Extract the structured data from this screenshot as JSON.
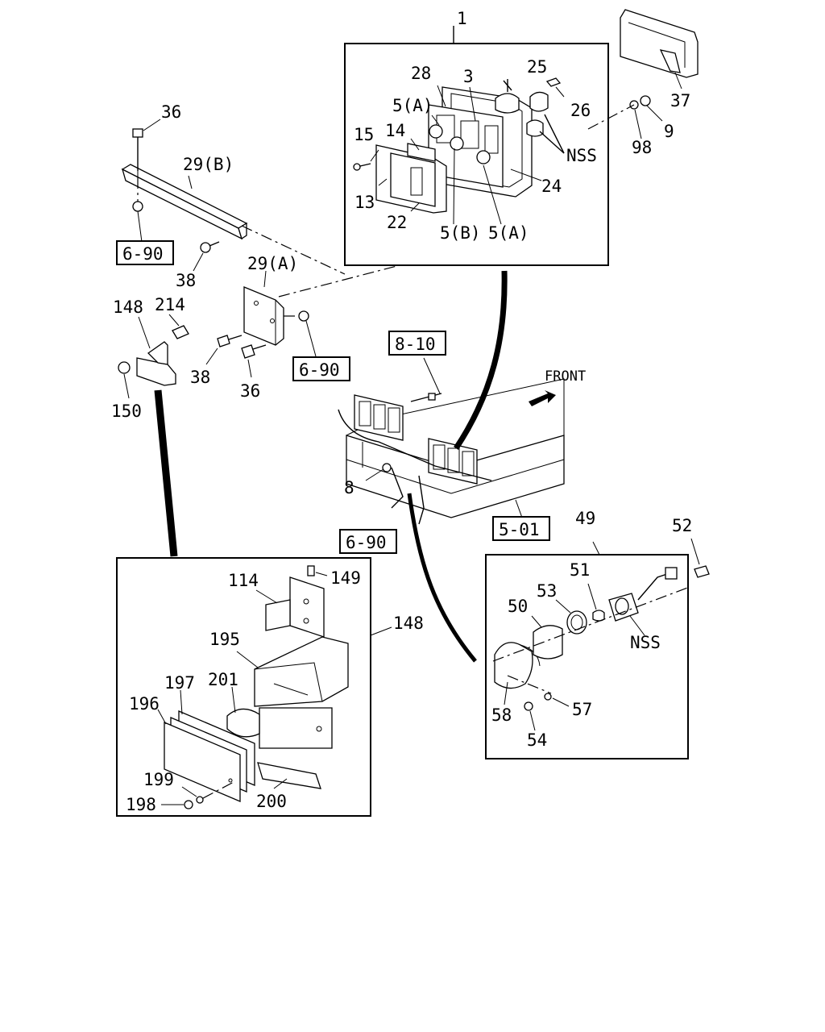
{
  "labels": {
    "l_1": "1",
    "l_28": "28",
    "l_3": "3",
    "l_25": "25",
    "l_26": "26",
    "l_5a_top": "5(A)",
    "l_15": "15",
    "l_14": "14",
    "l_13": "13",
    "l_22": "22",
    "l_5b": "5(B)",
    "l_5a_bot": "5(A)",
    "l_24": "24",
    "l_nss_top": "NSS",
    "l_37": "37",
    "l_98": "98",
    "l_9": "9",
    "l_36_top": "36",
    "l_29b": "29(B)",
    "l_38_top": "38",
    "l_29a": "29(A)",
    "l_148_top": "148",
    "l_214": "214",
    "l_150": "150",
    "l_38_mid": "38",
    "l_36_mid": "36",
    "l_8": "8",
    "l_front": "FRONT",
    "l_49": "49",
    "l_52": "52",
    "l_51": "51",
    "l_53": "53",
    "l_50": "50",
    "l_nss_bot": "NSS",
    "l_58": "58",
    "l_57": "57",
    "l_54": "54",
    "l_114": "114",
    "l_149": "149",
    "l_148_bot": "148",
    "l_195": "195",
    "l_197": "197",
    "l_201": "201",
    "l_196": "196",
    "l_199": "199",
    "l_198": "198",
    "l_200": "200"
  },
  "refs": {
    "r_690_a": "6-90",
    "r_690_b": "6-90",
    "r_690_c": "6-90",
    "r_810": "8-10",
    "r_501": "5-01"
  }
}
